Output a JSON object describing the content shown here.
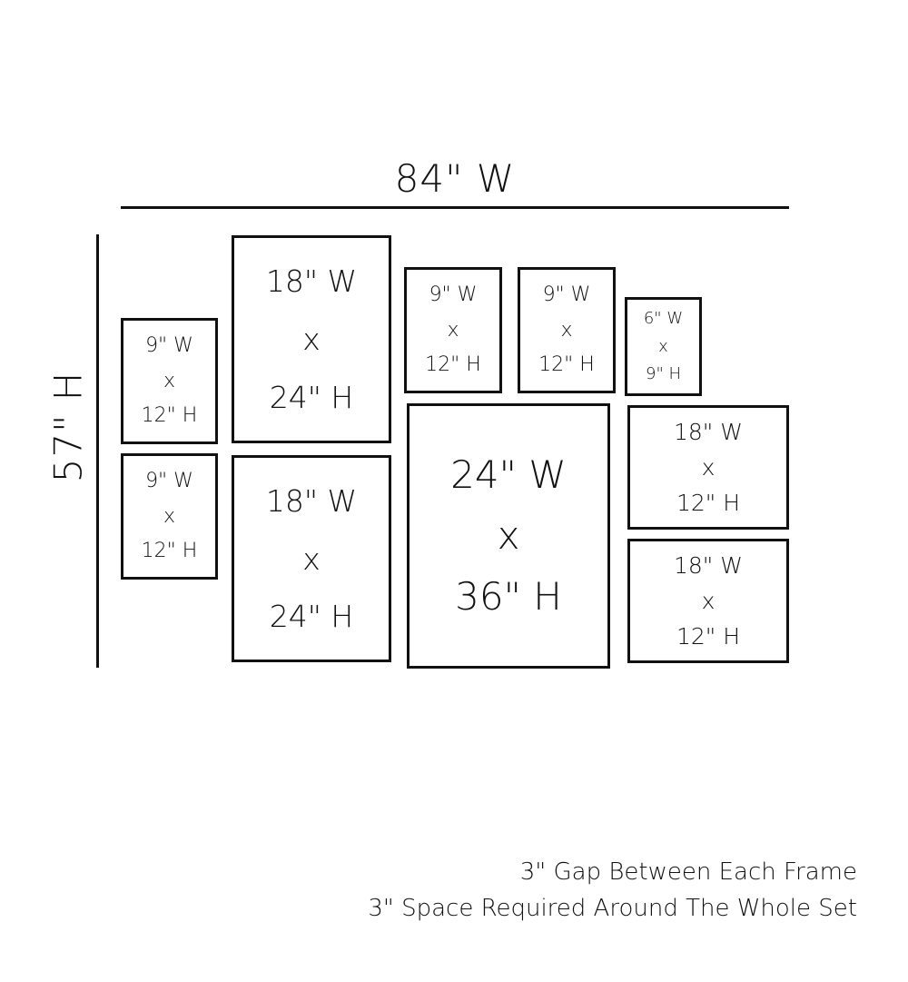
{
  "diagram": {
    "total_width_label": "84\" W",
    "total_height_label": "57\" H",
    "frames": [
      {
        "id": "frame-1",
        "w": "9\" W",
        "x": "x",
        "h": "12\" H"
      },
      {
        "id": "frame-2",
        "w": "9\" W",
        "x": "x",
        "h": "12\" H"
      },
      {
        "id": "frame-3",
        "w": "18\" W",
        "x": "x",
        "h": "24\" H"
      },
      {
        "id": "frame-4",
        "w": "18\" W",
        "x": "x",
        "h": "24\" H"
      },
      {
        "id": "frame-5",
        "w": "9\" W",
        "x": "x",
        "h": "12\" H"
      },
      {
        "id": "frame-6",
        "w": "9\" W",
        "x": "x",
        "h": "12\" H"
      },
      {
        "id": "frame-7",
        "w": "6\" W",
        "x": "x",
        "h": "9\" H"
      },
      {
        "id": "frame-8",
        "w": "24\" W",
        "x": "x",
        "h": "36\" H"
      },
      {
        "id": "frame-9",
        "w": "18\" W",
        "x": "x",
        "h": "12\" H"
      },
      {
        "id": "frame-10",
        "w": "18\" W",
        "x": "x",
        "h": "12\" H"
      }
    ],
    "notes": [
      "3\" Gap Between Each Frame",
      "3\" Space Required Around The Whole Set"
    ]
  }
}
